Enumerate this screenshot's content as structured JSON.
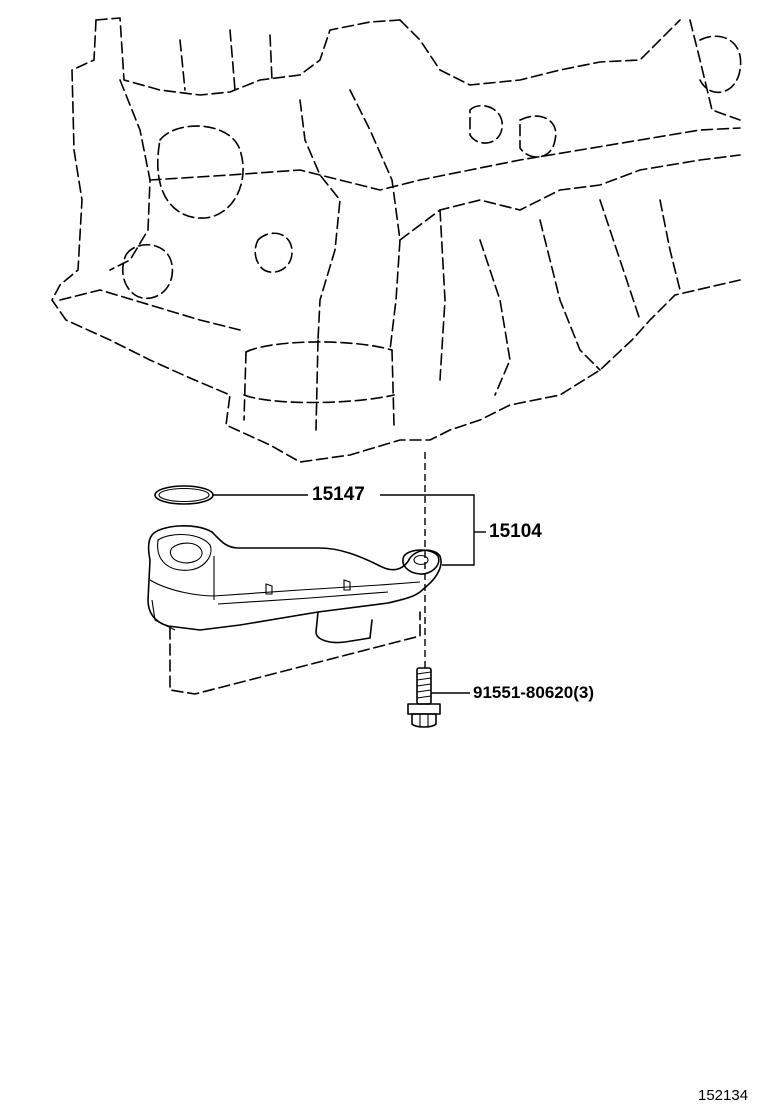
{
  "callouts": {
    "o_ring": "15147",
    "strainer_assy": "15104",
    "bolt": "91551-80620(3)"
  },
  "figure_id": "152134",
  "colors": {
    "line": "#000000",
    "background": "#ffffff"
  }
}
